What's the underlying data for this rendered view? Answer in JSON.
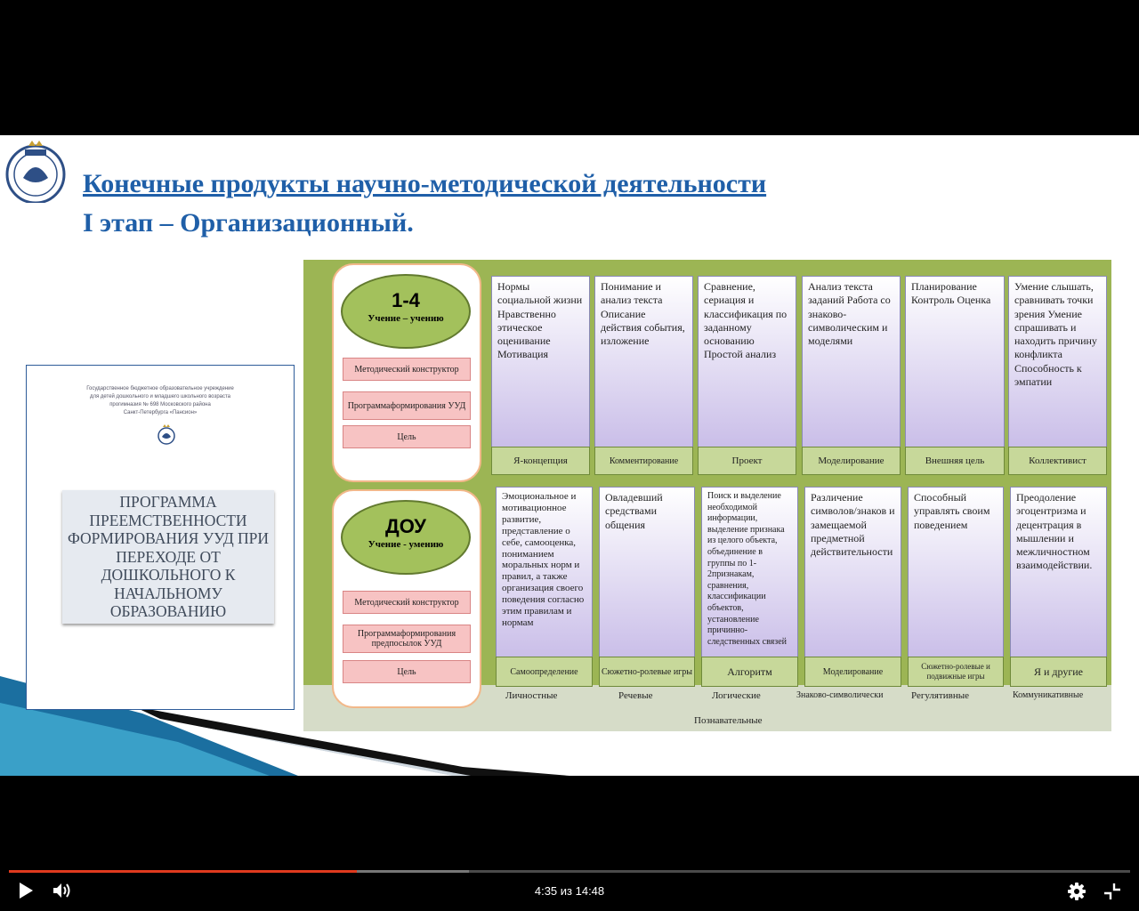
{
  "slide": {
    "title_line1": "Конечные продукты научно-методической деятельности",
    "title_line2": "I этап – Организационный.",
    "book": {
      "header_lines": [
        "Государственное бюджетное образовательное учреждение",
        "для детей дошкольного и младшего школьного возраста",
        "прогимназия № 698 Московского района",
        "Санкт-Петербурга «Пансион»"
      ],
      "title": "ПРОГРАММА ПРЕЕМСТВЕННОСТИ ФОРМИРОВАНИЯ УУД ПРИ ПЕРЕХОДЕ ОТ ДОШКОЛЬНОГО К НАЧАЛЬНОМУ ОБРАЗОВАНИЮ"
    },
    "top_panel": {
      "big": "1-4",
      "small": "Учение – учению",
      "buttons": [
        "Методический конструктор",
        "Программаформирования УУД",
        "Цель"
      ]
    },
    "bottom_panel": {
      "big": "ДОУ",
      "small": "Учение - умению",
      "buttons": [
        "Методический конструктор",
        "Программаформирования предпосылок УУД",
        "Цель"
      ]
    },
    "top_cards": [
      "Нормы социальной жизни Нравственно этическое оценивание Мотивация",
      "Понимание и анализ текста Описание действия события, изложение",
      "Сравнение, сериация и классификация по заданному основанию Простой анализ",
      "Анализ текста заданий Работа со знаково-символическим и моделями",
      "Планирование Контроль Оценка",
      "Умение слышать, сравнивать точки зрения Умение спрашивать и находить причину конфликта Способность к эмпатии"
    ],
    "top_footers": [
      "Я-концепция",
      "Комментирование",
      "Проект",
      "Моделирование",
      "Внешняя цель",
      "Коллективист"
    ],
    "bottom_cards": [
      "Эмоциональное и мотивационное развитие, представление о себе, самооценка, пониманием моральных норм и правил, а также организация своего поведения согласно этим правилам и нормам",
      "Овладевший средствами общения",
      "Поиск и выделение необходимой информации, выделение признака из целого объекта, объединение в группы по 1-2признакам, сравнения, классификации объектов, установление причинно-следственных связей",
      "Различение символов/знаков и замещаемой предметной действительности",
      "Способный управлять своим поведением",
      "Преодоление эгоцентризма и децентрация в мышлении и межличностном взаимодействии."
    ],
    "bottom_footers": [
      "Самоопределение",
      "Сюжетно-ролевые игры",
      "Алгоритм",
      "Моделирование",
      "Сюжетно-ролевые и подвижные игры",
      "Я и другие"
    ],
    "categories": [
      "Личностные",
      "Речевые",
      "Логические",
      "Знаково-символически",
      "Регулятивные",
      "Коммуникативные"
    ],
    "category_bottom": "Познавательные"
  },
  "player": {
    "time": "4:35 из 14:48",
    "progress": 0.31,
    "buffered": 0.41,
    "icons": [
      "play-icon",
      "volume-icon",
      "settings-icon",
      "exit-fullscreen-icon"
    ]
  },
  "colors": {
    "title": "#1f5fa8",
    "diagram_bg": "#9cb554",
    "progress": "#e03a1e"
  }
}
